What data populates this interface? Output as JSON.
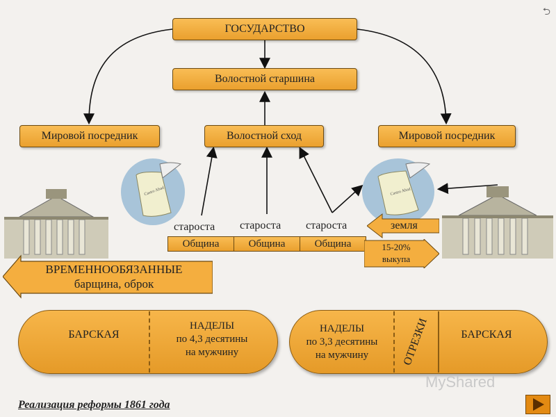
{
  "diagram": {
    "state": "ГОСУДАРСТВО",
    "volost_elder": "Волостной старшина",
    "volost_assembly": "Волостной сход",
    "peace_mediator_left": "Мировой посредник",
    "peace_mediator_right": "Мировой посредник",
    "elders": [
      "староста",
      "староста",
      "староста"
    ],
    "communities": [
      "Община",
      "Община",
      "Община"
    ],
    "land_label": "земля",
    "redemption_label": "15-20%\nвыкупа",
    "temp_obligated_title": "ВРЕМЕННООБЯЗАННЫЕ",
    "temp_obligated_sub": "барщина, оброк",
    "left_pill": {
      "barskaya": "БАРСКАЯ",
      "allotments": "НАДЕЛЫ\nпо 4,3 десятины\nна мужчину"
    },
    "right_pill": {
      "allotments": "НАДЕЛЫ\nпо 3,3 десятины\nна мужчину",
      "cuts": "ОТРЕЗКИ",
      "barskaya": "БАРСКАЯ"
    },
    "scroll_text": "Castro Abad"
  },
  "footer": {
    "title": "Реализация реформы 1861 года",
    "watermark": "MyShared"
  },
  "colors": {
    "box_fill": "#f4ae3f",
    "box_border": "#6b4a12",
    "next_button": "#e38a12",
    "background": "#f3f1ee"
  },
  "icons": [
    "next-arrow-icon",
    "building-icon",
    "scroll-icon",
    "quill-icon",
    "return-arrow-icon"
  ]
}
